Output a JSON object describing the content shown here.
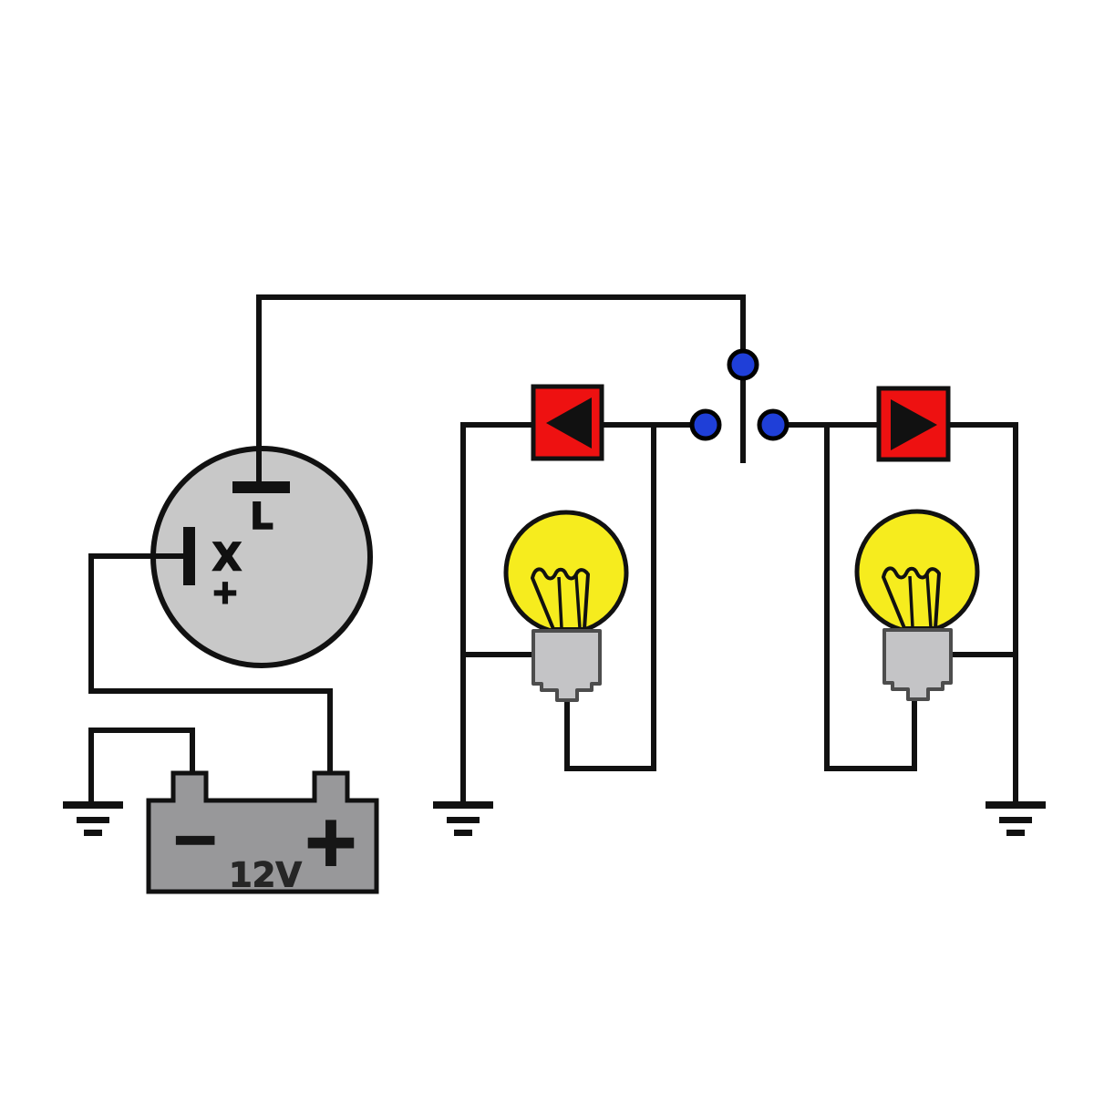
{
  "colors": {
    "wire": "#111111",
    "relay_gray": "#c8c8c8",
    "battery_gray": "#98989a",
    "bulb_yellow": "#f6ec1e",
    "bulb_base_gray": "#c4c4c6",
    "indicator_red": "#ee1111",
    "switch_blue": "#1f3fd8",
    "label_black": "#161616"
  },
  "relay": {
    "terminal_l": "L",
    "terminal_x": "X",
    "polarity": "+"
  },
  "battery": {
    "negative": "−",
    "positive": "+",
    "voltage": "12V"
  },
  "icons": {
    "left_indicator": "left-arrow-icon",
    "right_indicator": "right-arrow-icon",
    "switch_contact": "blue-dot-icon",
    "ground": "ground-icon",
    "bulb": "light-bulb-icon"
  }
}
